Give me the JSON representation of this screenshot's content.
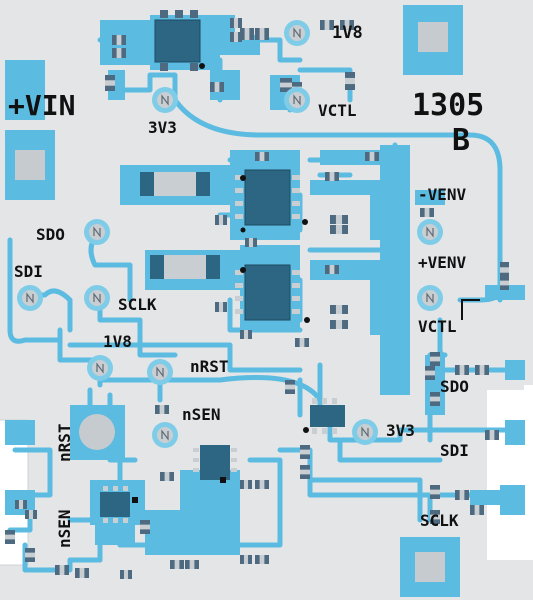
{
  "board": {
    "part_number": "1305",
    "revision": "B",
    "colors": {
      "substrate": "#e3e5e7",
      "copper": "#5bbbe0",
      "ic_body": "#2c6682",
      "pad": "#4d6a80",
      "solder": "#c9ced2",
      "hole_ring": "#7ecce8",
      "silkscreen": "#111111"
    }
  },
  "labels": {
    "vin": "+VIN",
    "v1v8_top": "1V8",
    "v3v3_top": "3V3",
    "vctl_top": "VCTL",
    "venv_neg": "-VENV",
    "venv_pos": "+VENV",
    "vctl_right": "VCTL",
    "sdo_left": "SDO",
    "sdi_left": "SDI",
    "sclk_left": "SCLK",
    "v1v8_mid": "1V8",
    "nrst_mid": "nRST",
    "nsen_mid": "nSEN",
    "v3v3_mid": "3V3",
    "sdo_right": "SDO",
    "sdi_right": "SDI",
    "sclk_right": "SCLK",
    "nrst_side": "nRST",
    "nsen_side": "nSEN"
  },
  "test_point_icon": "test-point-icon",
  "mounting_hole_icon": "mounting-hole-icon"
}
